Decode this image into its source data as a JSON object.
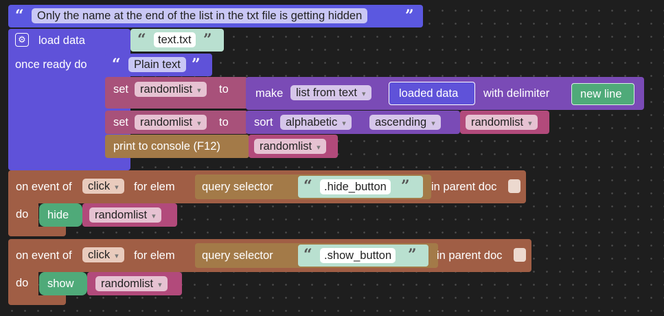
{
  "comment": {
    "text": "Only the name at the end of the list in the txt file is getting hidden"
  },
  "load_block": {
    "label": "load data",
    "file": "text.txt",
    "once_ready": "once ready do",
    "format": "Plain text"
  },
  "set_make": {
    "set": "set",
    "var": "randomlist",
    "to": "to",
    "make": "make",
    "make_option": "list from text",
    "loaded_data": "loaded data",
    "with_delimiter": "with delimiter",
    "delimiter": "new line"
  },
  "set_sort": {
    "set": "set",
    "var": "randomlist",
    "to": "to",
    "sort": "sort",
    "mode": "alphabetic",
    "order": "ascending",
    "arg": "randomlist"
  },
  "print": {
    "label": "print to console (F12)",
    "arg": "randomlist"
  },
  "event1": {
    "on_event": "on event of",
    "event": "click",
    "for_elem": "for elem",
    "query": "query selector",
    "selector": ".hide_button",
    "in_parent": "in parent doc",
    "do": "do",
    "action": "hide",
    "arg": "randomlist"
  },
  "event2": {
    "on_event": "on event of",
    "event": "click",
    "for_elem": "for elem",
    "query": "query selector",
    "selector": ".show_button",
    "in_parent": "in parent doc",
    "do": "do",
    "action": "show",
    "arg": "randomlist"
  },
  "colors": {
    "background": "#1e1e1e",
    "comment": "#5b58e0",
    "load": "#5f52d9",
    "set": "#a8517a",
    "make": "#7a4bb6",
    "text_literal": "#b9e0d0",
    "print": "#a37a48",
    "event": "#a05e45",
    "hide_show": "#4faa79",
    "variable": "#b24a7b"
  },
  "icons": {
    "gear": "gear-icon",
    "quote_open": "“",
    "quote_close": "”"
  }
}
